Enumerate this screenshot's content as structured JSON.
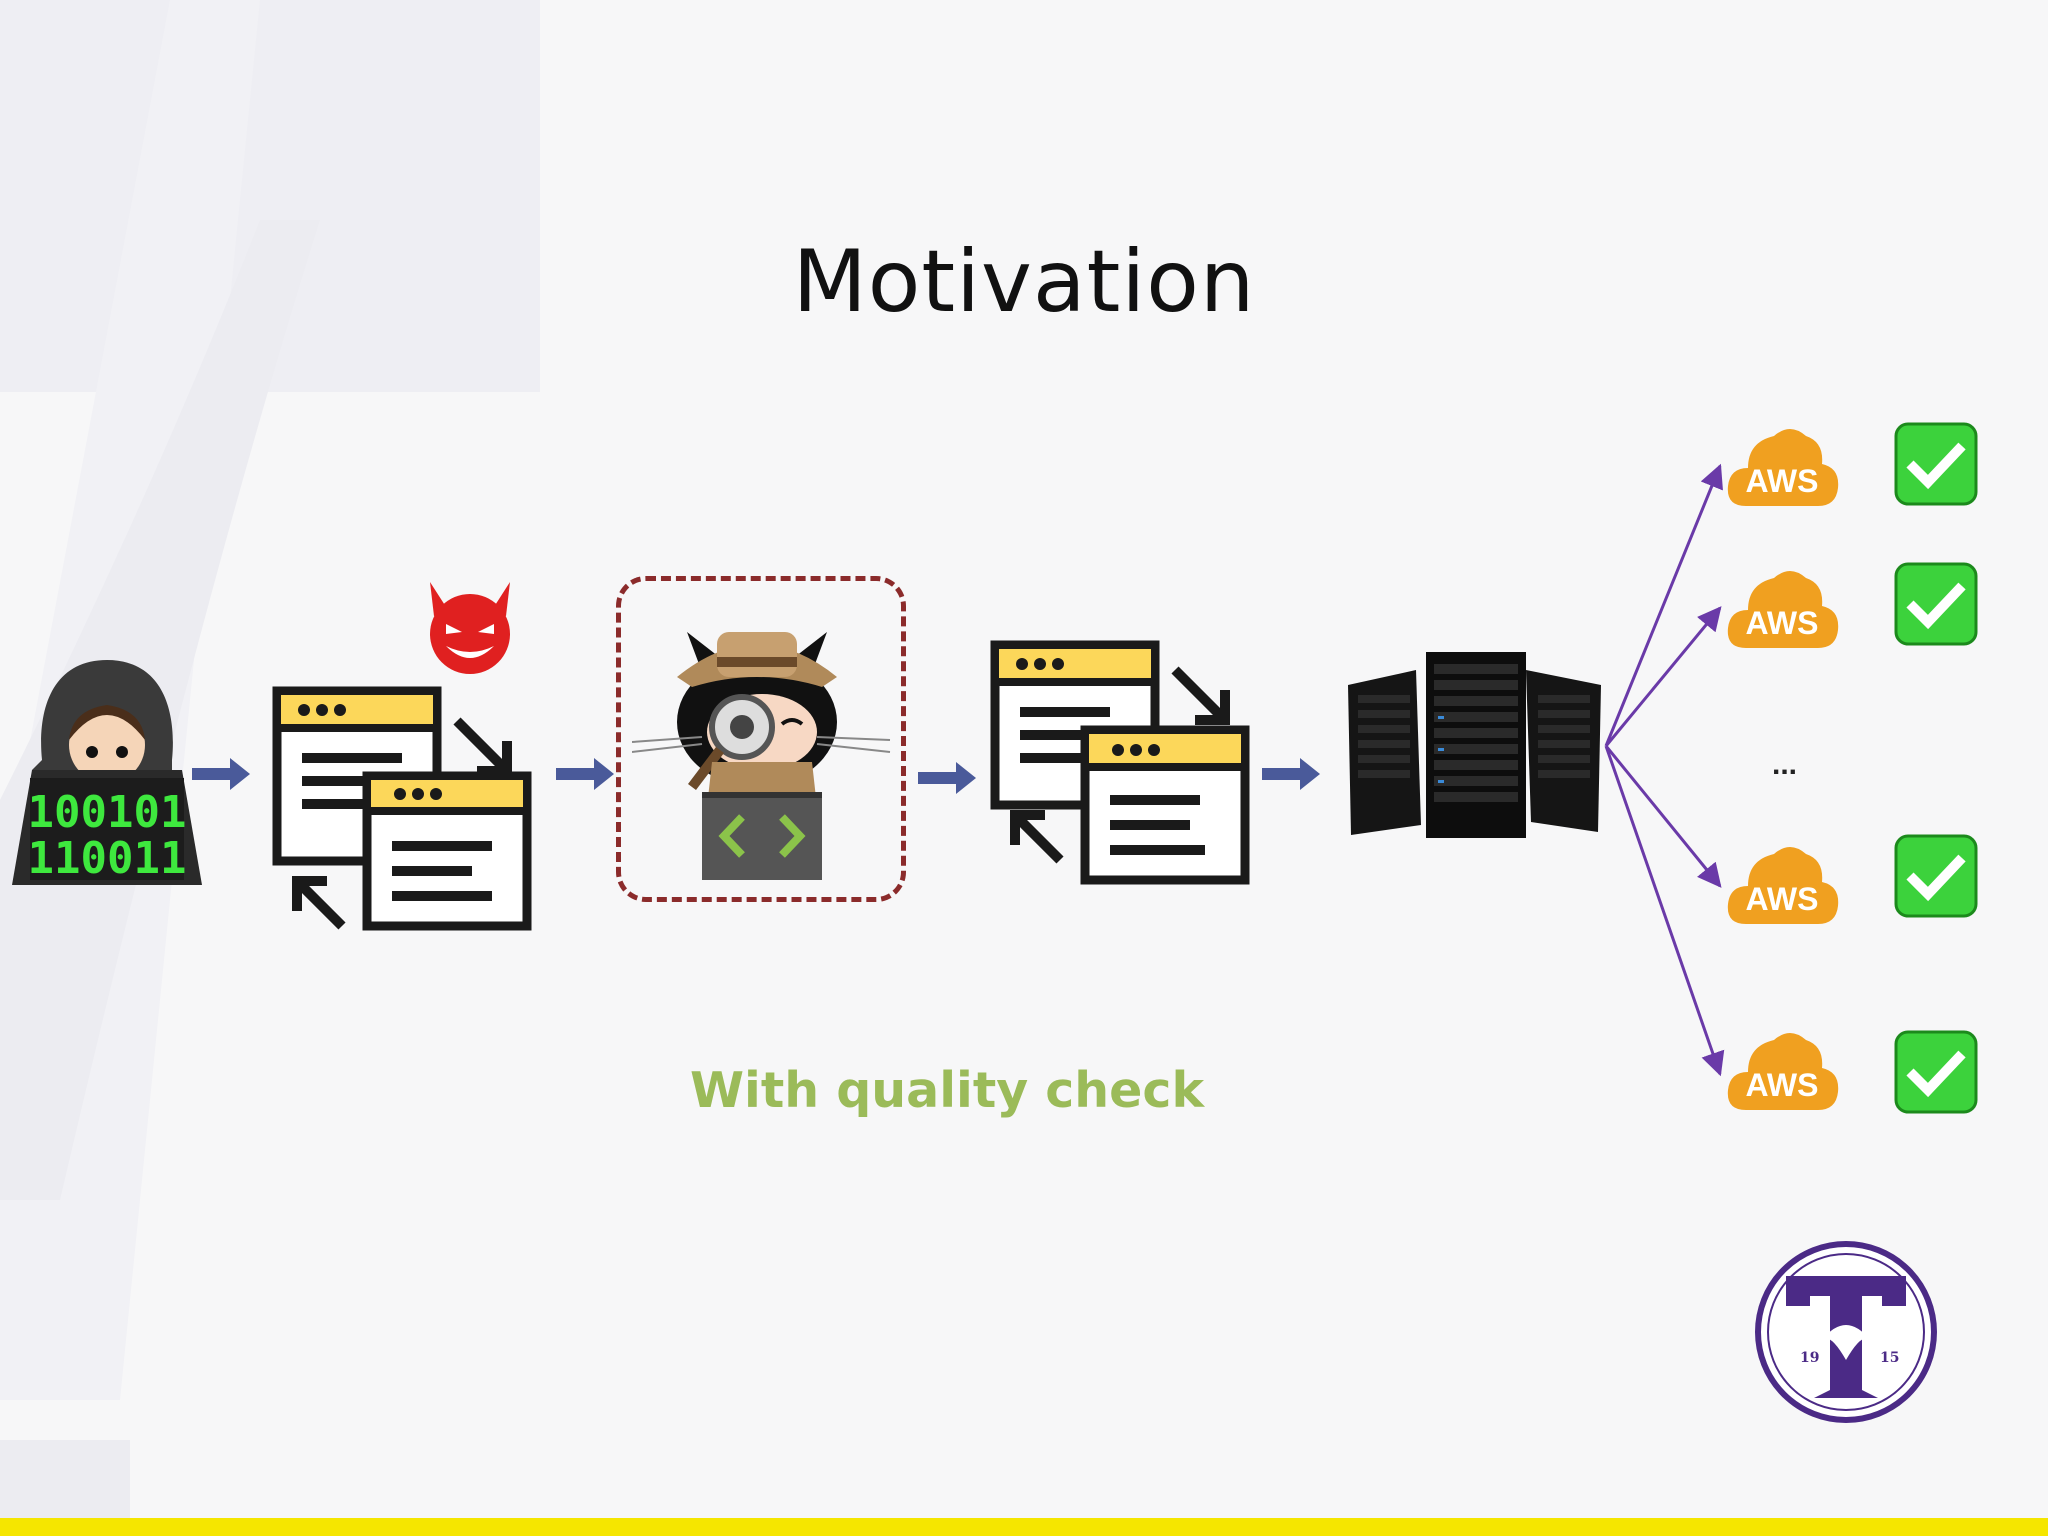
{
  "title": "Motivation",
  "caption": "With quality check",
  "ellipsis": "...",
  "hacker_screen": {
    "line1": "100101",
    "line2": "110011"
  },
  "aws_label": "AWS",
  "logo_numbers": {
    "left": "19",
    "right": "15"
  },
  "colors": {
    "accent_yellow": "#f5e600",
    "caption_green": "#9bbb59",
    "arrow_blue": "#4a5a9a",
    "fanout_purple": "#6a3aa8",
    "aws_orange": "#f0a020",
    "check_green": "#3cd23c",
    "dashed_box": "#8b2b2b",
    "logo_purple": "#4b2a86"
  },
  "icons": [
    "hacker-icon",
    "devil-emoji-icon",
    "code-windows-icon",
    "octocat-detective-icon",
    "server-rack-icon",
    "aws-cloud-icon",
    "green-check-icon",
    "university-logo-icon"
  ]
}
